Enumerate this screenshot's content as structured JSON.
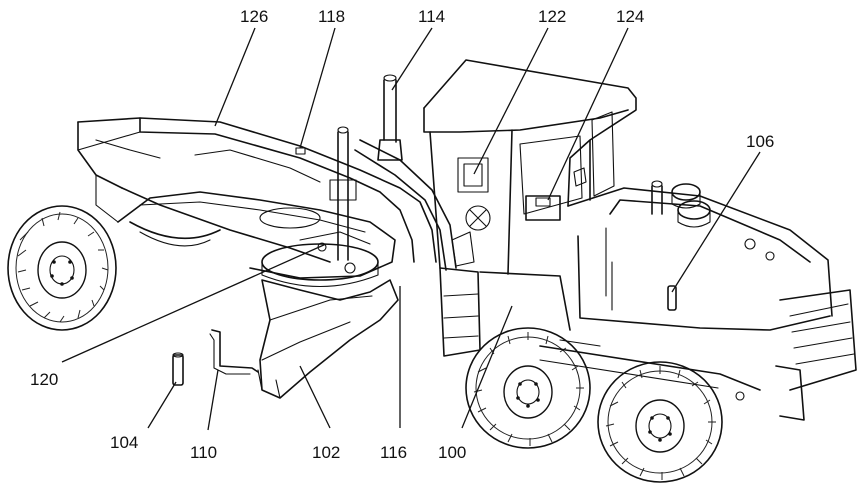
{
  "figure": {
    "labels": {
      "l126": "126",
      "l118": "118",
      "l114": "114",
      "l122": "122",
      "l124": "124",
      "l106": "106",
      "l120": "120",
      "l104": "104",
      "l110": "110",
      "l102": "102",
      "l116": "116",
      "l100": "100"
    }
  }
}
